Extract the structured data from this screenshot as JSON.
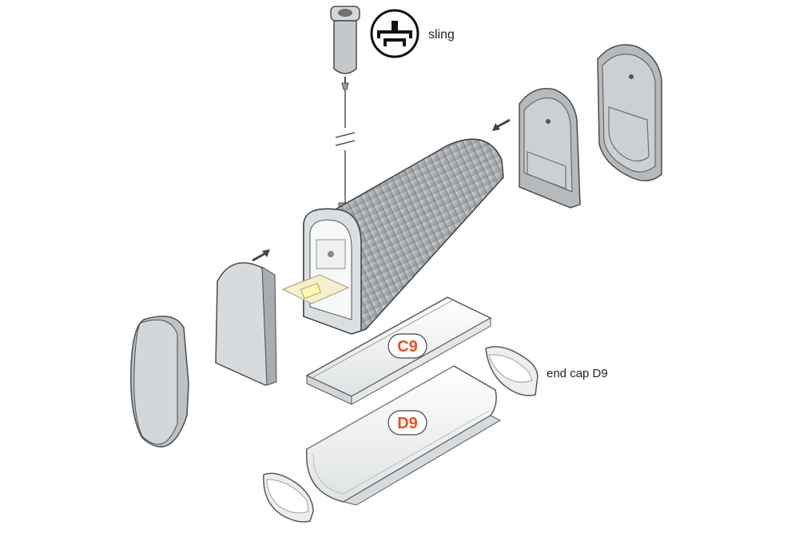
{
  "labels": {
    "sling": "sling",
    "end_cap_d9": "end cap D9",
    "cover_c9": "C9",
    "cover_d9": "D9"
  },
  "colors": {
    "aluminium_light": "#c9ccce",
    "aluminium_dark": "#7e8285",
    "outline": "#4a4d50",
    "diffuser": "#f3f4f4",
    "badge_text": "#e8501e",
    "arrow": "#444444"
  },
  "icons": [
    "sling-icon",
    "arrow-icon"
  ]
}
